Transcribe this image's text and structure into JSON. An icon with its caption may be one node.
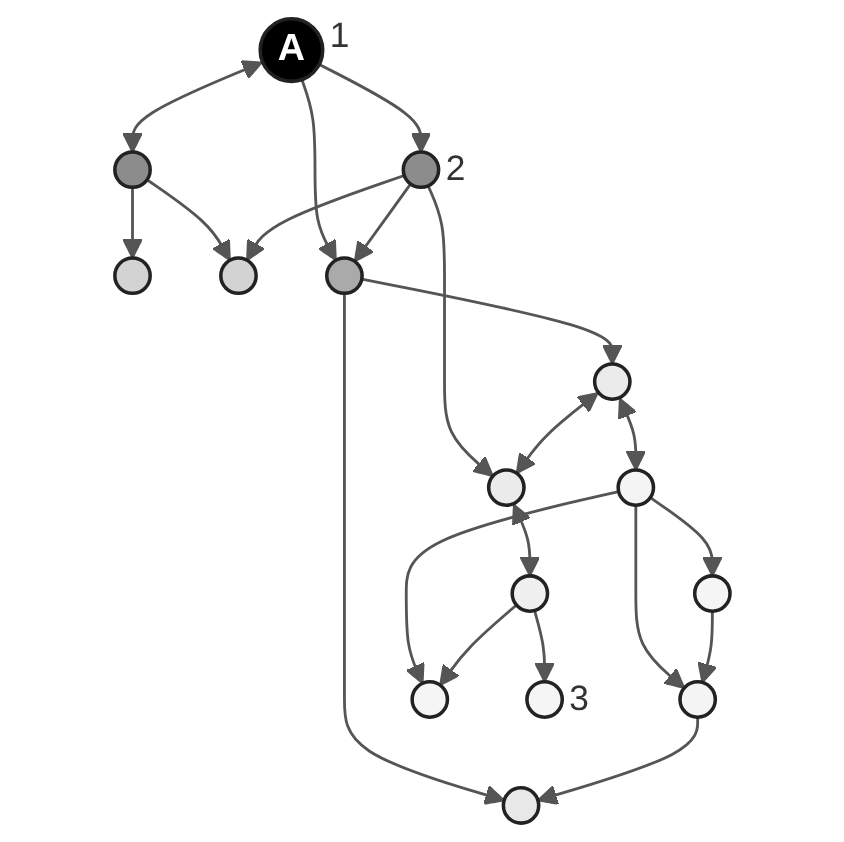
{
  "diagram": {
    "nodes": [
      {
        "text": [],
        "shape": "circle"
      },
      {
        "text": [],
        "shape": "circle"
      },
      {
        "text": [],
        "shape": "circle"
      },
      {
        "text": [
          "A"
        ],
        "beside": [
          "1"
        ]
      },
      {
        "text": [],
        "shape": "circle",
        "beside": [
          "2"
        ]
      },
      {
        "text": [],
        "shape": "circle"
      },
      {
        "text": [],
        "shape": "circle"
      },
      {
        "text": [],
        "shape": "circle"
      },
      {
        "text": [],
        "shape": "circle"
      },
      {
        "text": [],
        "shape": "circle"
      },
      {
        "text": [],
        "shape": "circle"
      },
      {
        "text": [],
        "shape": "circle"
      },
      {
        "text": [],
        "shape": "circle"
      },
      {
        "text": [],
        "shape": "circle"
      },
      {
        "text": [],
        "shape": "circle",
        "beside": [
          "3"
        ]
      }
    ],
    "edges": [
      {
        "from": 1,
        "to": 0,
        "arrow": "to"
      },
      {
        "from": 3,
        "to": 1,
        "arrow": "both"
      },
      {
        "from": 1,
        "to": 2,
        "arrow": "to"
      },
      {
        "from": 4,
        "to": 2,
        "arrow": "to"
      },
      {
        "from": 3,
        "to": 4,
        "arrow": "to"
      },
      {
        "from": 3,
        "to": 5,
        "arrow": "to"
      },
      {
        "from": 4,
        "to": 5,
        "arrow": "to"
      },
      {
        "from": 5,
        "to": 6,
        "arrow": "to"
      },
      {
        "from": 5,
        "to": 8,
        "arrow": "to"
      },
      {
        "from": 4,
        "to": 7,
        "arrow": "to"
      },
      {
        "from": 8,
        "to": 7,
        "arrow": "both"
      },
      {
        "from": 8,
        "to": 11,
        "arrow": "both"
      },
      {
        "from": 9,
        "to": 6,
        "arrow": "to"
      },
      {
        "from": 11,
        "to": 9,
        "arrow": "to"
      },
      {
        "from": 12,
        "to": 9,
        "arrow": "to"
      },
      {
        "from": 11,
        "to": 12,
        "arrow": "to"
      },
      {
        "from": 11,
        "to": 13,
        "arrow": "to"
      },
      {
        "from": 7,
        "to": 10,
        "arrow": "both"
      },
      {
        "from": 10,
        "to": 13,
        "arrow": "to"
      },
      {
        "from": 10,
        "to": 14,
        "arrow": "to"
      }
    ]
  }
}
